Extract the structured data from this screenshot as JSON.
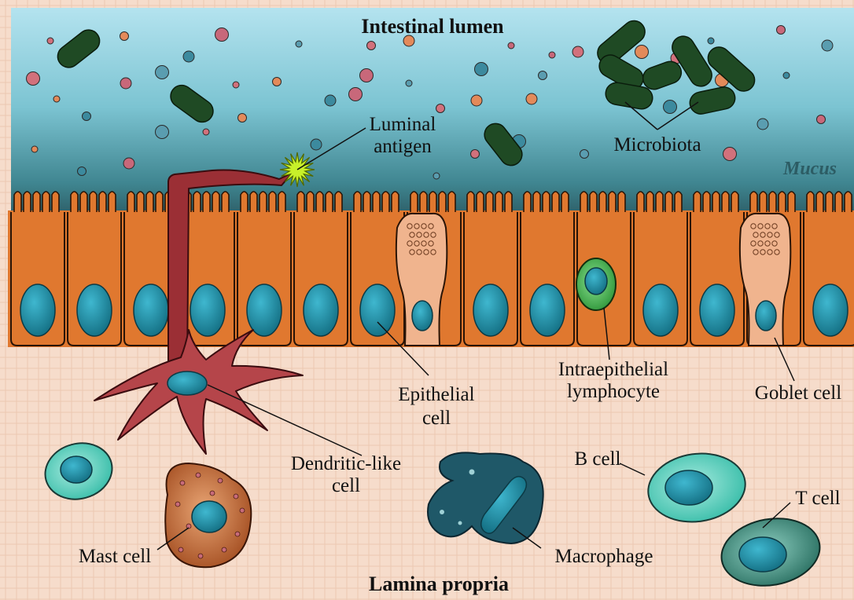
{
  "labels": {
    "lumen": "Intestinal lumen",
    "lamina": "Lamina propria",
    "mucus": "Mucus",
    "microbiota": "Microbiota",
    "luminal_antigen_1": "Luminal",
    "luminal_antigen_2": "antigen",
    "epithelial_1": "Epithelial",
    "epithelial_2": "cell",
    "iel_1": "Intraepithelial",
    "iel_2": "lymphocyte",
    "goblet": "Goblet cell",
    "dendritic_1": "Dendritic-like",
    "dendritic_2": "cell",
    "b_cell": "B cell",
    "t_cell": "T cell",
    "mast_cell": "Mast cell",
    "macrophage": "Macrophage"
  },
  "colors": {
    "lumen_top": "#a9dcea",
    "lumen_bottom": "#2f6b72",
    "epithelium": "#e0782f",
    "epithelium_outline": "#2a1406",
    "nucleus": "#1f8fa6",
    "goblet_cell": "#f0b48e",
    "lamina": "#f6dccb",
    "bacteria": "#1f4a24",
    "dendritic": "#9b2f35",
    "antigen": "#c8f02a",
    "iel": "#2fa03a",
    "b_cell": "#3ec7b0",
    "t_cell": "#2f7f6e",
    "mast_cell": "#a84a1c",
    "macrophage": "#1f5868"
  }
}
